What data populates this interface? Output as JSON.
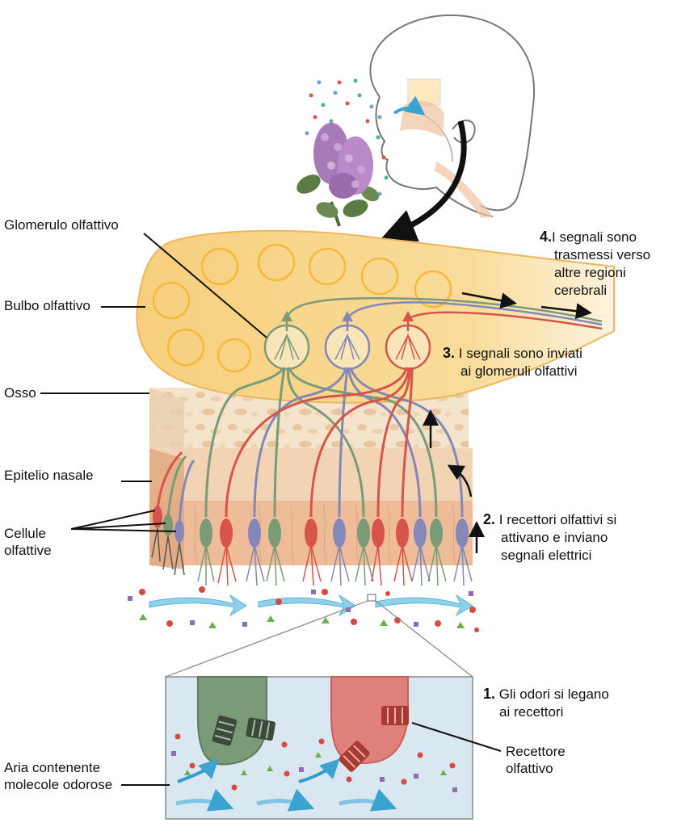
{
  "labels": {
    "glomerulo": "Glomerulo olfattivo",
    "bulbo": "Bulbo olfattivo",
    "osso": "Osso",
    "epitelio": "Epitelio nasale",
    "cellule_1": "Cellule",
    "cellule_2": "olfattive",
    "aria_1": "Aria contenente",
    "aria_2": "molecole odorose",
    "recettore_1": "Recettore",
    "recettore_2": "olfattivo"
  },
  "steps": [
    {
      "num": "1.",
      "lines": [
        "Gli odori  si legano",
        "ai recettori"
      ]
    },
    {
      "num": "2.",
      "lines": [
        "I recettori olfattivi si",
        "attivano e inviano",
        "segnali elettrici"
      ]
    },
    {
      "num": "3.",
      "lines": [
        "I segnali sono inviati",
        "ai glomeruli olfattivi"
      ]
    },
    {
      "num": "4.",
      "lines": [
        "I segnali sono",
        "trasmessi verso",
        "altre regioni",
        "cerebrali"
      ]
    }
  ],
  "colors": {
    "bulb": "#f8d78c",
    "bone": "#f3dfc3",
    "epithelium": "#f0c8a4",
    "neuron_green": "#7a9a78",
    "neuron_purple": "#8487b8",
    "neuron_red": "#d6544c",
    "air_flow": "#8fd0ea",
    "inset_bg": "#d8e7f0"
  },
  "icons": [
    "head-profile-icon",
    "lilac-flower-icon",
    "curved-arrow-icon",
    "receptor-protein-icon"
  ]
}
